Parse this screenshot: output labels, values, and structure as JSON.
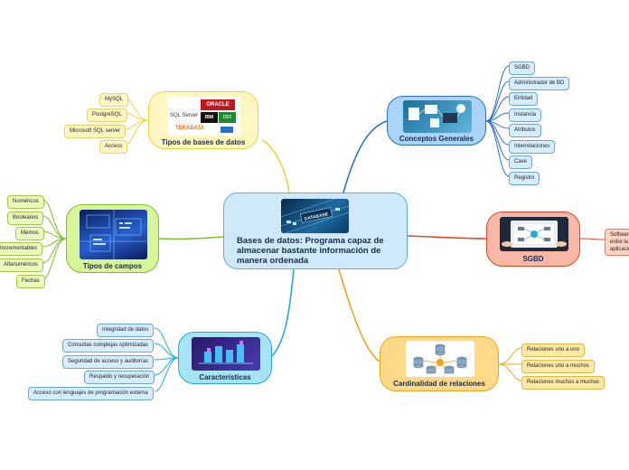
{
  "central": {
    "title": "Bases de datos: Programa capaz de almacenar bastante información de manera ordenada",
    "image_text": "DATABASE"
  },
  "tipos_bd": {
    "title": "Tipos de bases de datos",
    "logos": [
      "SQL Server",
      "ORACLE",
      "IBM",
      "DB2",
      "TERADATA"
    ],
    "items": [
      "MySQL",
      "PostgreSQL",
      "Microsoft SQL server",
      "Access"
    ]
  },
  "conceptos": {
    "title": "Conceptos Generales",
    "items": [
      "SGBD",
      "Administrador de BD",
      "Entidad",
      "Instancia",
      "Atributos",
      "Interrelaciones",
      "Cave",
      "Registro"
    ]
  },
  "tipos_campos": {
    "title": "Tipos de campos",
    "items": [
      "Numéricos",
      "Booleanos",
      "Memos",
      "Incrementables",
      "Alfanuméricos",
      "Fechas"
    ]
  },
  "sgbd": {
    "title": "SGBD",
    "note": "Software\nentre la\naplicació"
  },
  "caracteristicas": {
    "title": "Características",
    "items": [
      "Integridad de datos",
      "Consultas complejas optimizadas",
      "Seguridad de acceso y auditorías",
      "Respaldo y recuperación",
      "Acceso con lenguajes de programación externa"
    ]
  },
  "cardinalidad": {
    "title": "Cardinalidad de relaciones",
    "items": [
      "Relaciones uno a uno",
      "Relaciones uno a muchos",
      "Relaciones muchos a muchos"
    ]
  },
  "colors": {
    "central_fill": "#cfe9fb",
    "central_border": "#5aaee0",
    "yellow_fill": "#fff7c2",
    "yellow_border": "#f0d23c",
    "blue_fill": "#a9d3f7",
    "blue_border": "#2c6fc4",
    "green_fill": "#d9f59a",
    "green_border": "#7cc02a",
    "red_fill": "#f7b9a6",
    "red_border": "#e0492a",
    "cyan_fill": "#a6e3f5",
    "cyan_border": "#2aa7d6",
    "orange_fill": "#ffd98a",
    "orange_border": "#f0a320"
  }
}
